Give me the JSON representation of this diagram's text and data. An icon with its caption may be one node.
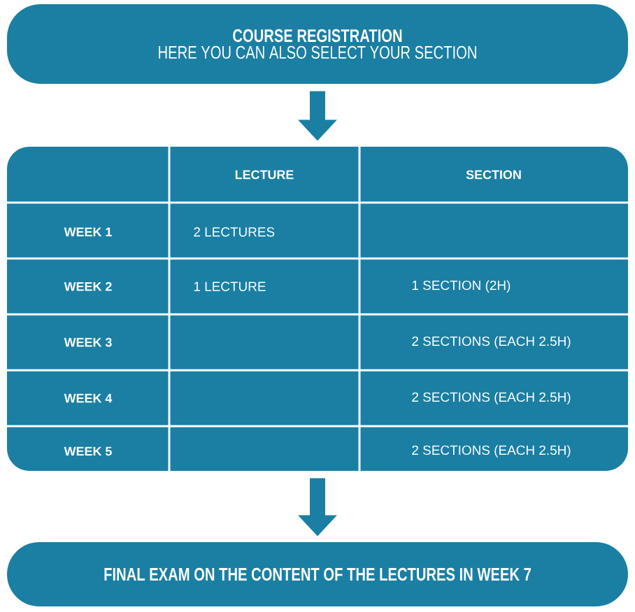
{
  "diagram": {
    "nodes": [
      {
        "text": [
          "COURSE REGISTRATION",
          "HERE YOU CAN ALSO SELECT YOUR SECTION"
        ]
      },
      {
        "text": [],
        "shape": "box"
      },
      {
        "text": [
          "FINAL EXAM ON THE CONTENT OF THE LECTURES IN WEEK 7"
        ]
      }
    ],
    "edges": [
      {
        "from": 0,
        "to": 1,
        "arrow": "to"
      },
      {
        "from": 1,
        "to": 2,
        "arrow": "to"
      }
    ],
    "labels": [
      "LECTURE",
      "SECTION",
      "WEEK 1",
      "2 LECTURES",
      "WEEK 2",
      "1 LECTURE",
      "1 SECTION (2H)",
      "WEEK 3",
      "2 SECTIONS (EACH 2.5H)",
      "WEEK 4",
      "2 SECTIONS (EACH 2.5H)",
      "WEEK 5",
      "2 SECTIONS (EACH 2.5H)"
    ]
  }
}
